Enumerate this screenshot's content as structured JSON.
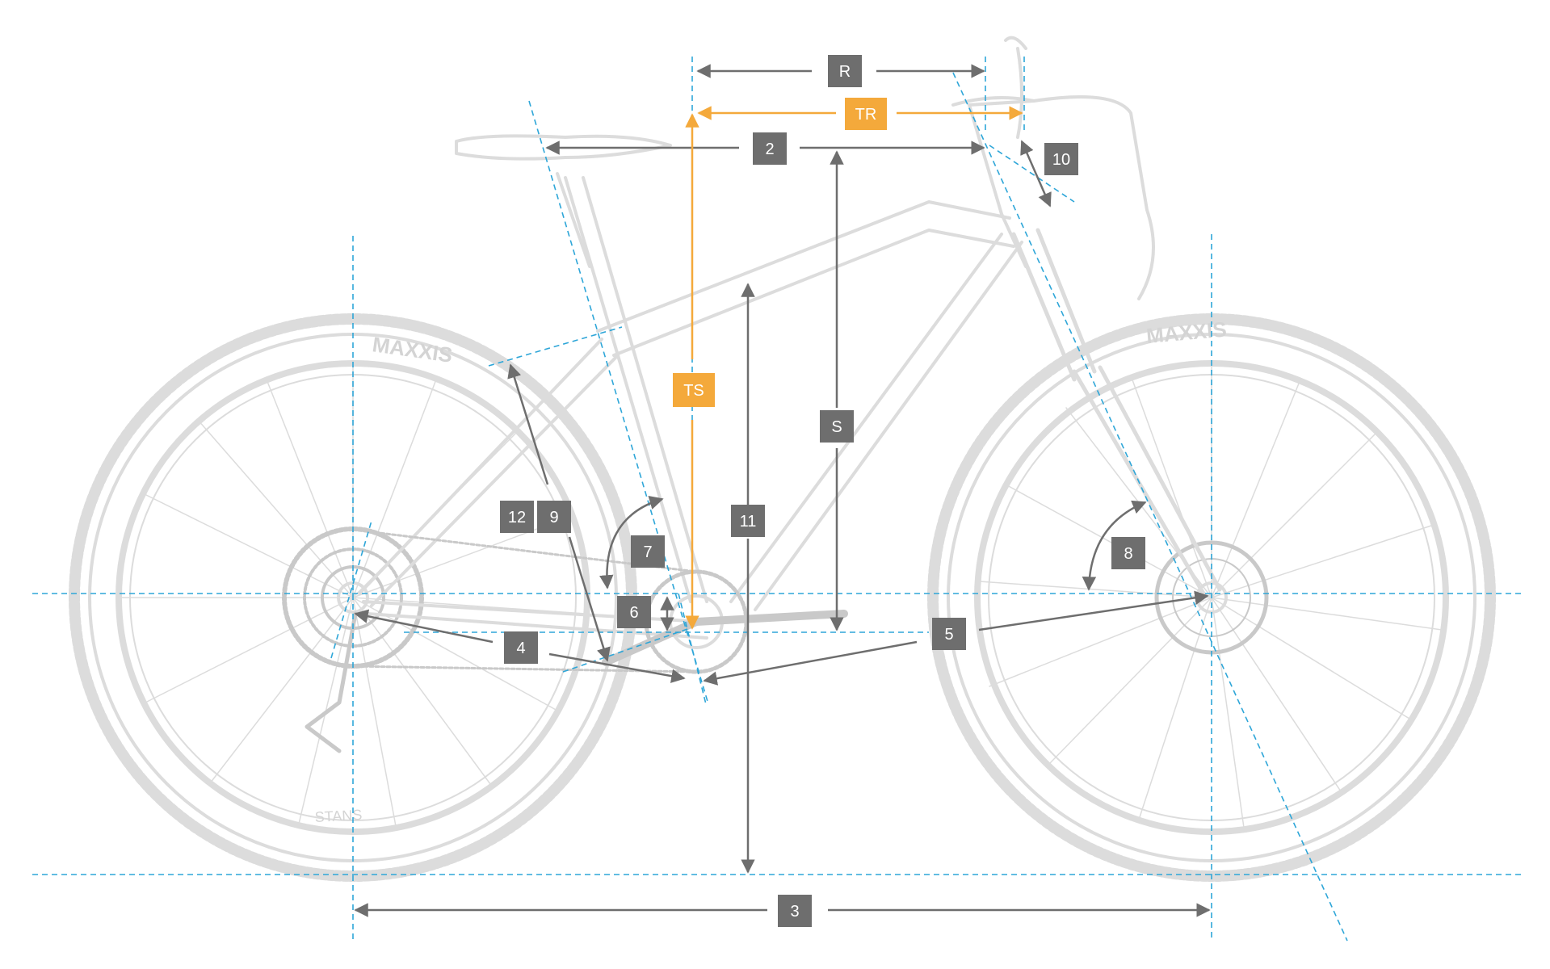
{
  "colors": {
    "guide": "#2ea6d8",
    "measure": "#6e6e6e",
    "accent": "#f4a93b",
    "bike": "#dcdcdc",
    "bike_dark": "#c9c9c9",
    "label_text": "#ffffff"
  },
  "diagram": {
    "labels": {
      "R": "R",
      "TR": "TR",
      "two": "2",
      "ten": "10",
      "S": "S",
      "TS": "TS",
      "eleven": "11",
      "seven": "7",
      "six": "6",
      "twelve": "12",
      "nine": "9",
      "four": "4",
      "five": "5",
      "eight": "8",
      "three": "3"
    },
    "tire_brand": "MAXXIS",
    "rim_brand": "STANS"
  }
}
